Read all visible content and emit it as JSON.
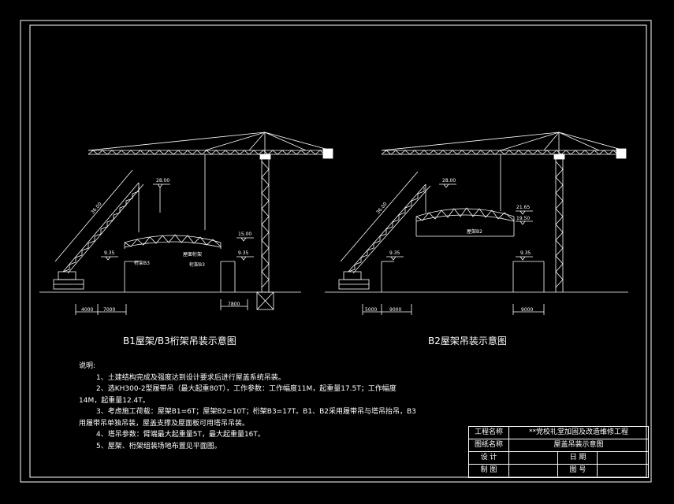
{
  "diagram": {
    "left": {
      "caption": "B1屋架/B3桁架吊装示意图",
      "boom_length": "36.00",
      "hook_height": "28.00",
      "height_top": "15.00",
      "height_wall": "9.35",
      "height_wall2": "9.35",
      "right_height": "9.35",
      "label_truss": "屋面桁架",
      "label_a": "桁架B3",
      "label_b": "桁架B3",
      "dim_a": "4000",
      "dim_b": "7000",
      "dim_c": "7800"
    },
    "right": {
      "caption": "B2屋架吊装示意图",
      "boom_length": "36.00",
      "hook_height": "28.00",
      "height_top": "21.65",
      "height_top2": "19.50",
      "height_wall": "9.35",
      "right_height": "9.35",
      "label_truss": "屋架B2",
      "dim_a": "5000",
      "dim_b": "9000",
      "dim_c": "9000"
    }
  },
  "notes": {
    "title": "说明:",
    "lines": [
      "1、土建结构完成及强度达到设计要求后进行屋盖系统吊装。",
      "2、选KH300-2型履带吊（最大起重80T），工作参数：工作幅度11M，起重量17.5T；工作幅度",
      "14M，起重量12.4T。",
      "3、考虑施工荷载：屋架B1=6T；屋架B2=10T；桁架B3=17T。B1、B2采用履带吊与塔吊抬吊，B3",
      "用履带吊单独吊装，屋盖支撑及屋面板可用塔吊吊装。",
      "4、塔吊参数：臂端最大起重量5T，最大起重量16T。",
      "5、屋架、桁架组装场地布置见平面图。"
    ]
  },
  "title_block": {
    "project_label": "工程名称",
    "project_value": "**党校礼堂加固及改造维修工程",
    "drawing_label": "图纸名称",
    "drawing_value": "屋盖吊装示意图",
    "design_label": "设 计",
    "date_label": "日 期",
    "draw_label": "制 图",
    "number_label": "图 号"
  },
  "colors": {
    "line": "#ffffff",
    "background": "#000000"
  }
}
